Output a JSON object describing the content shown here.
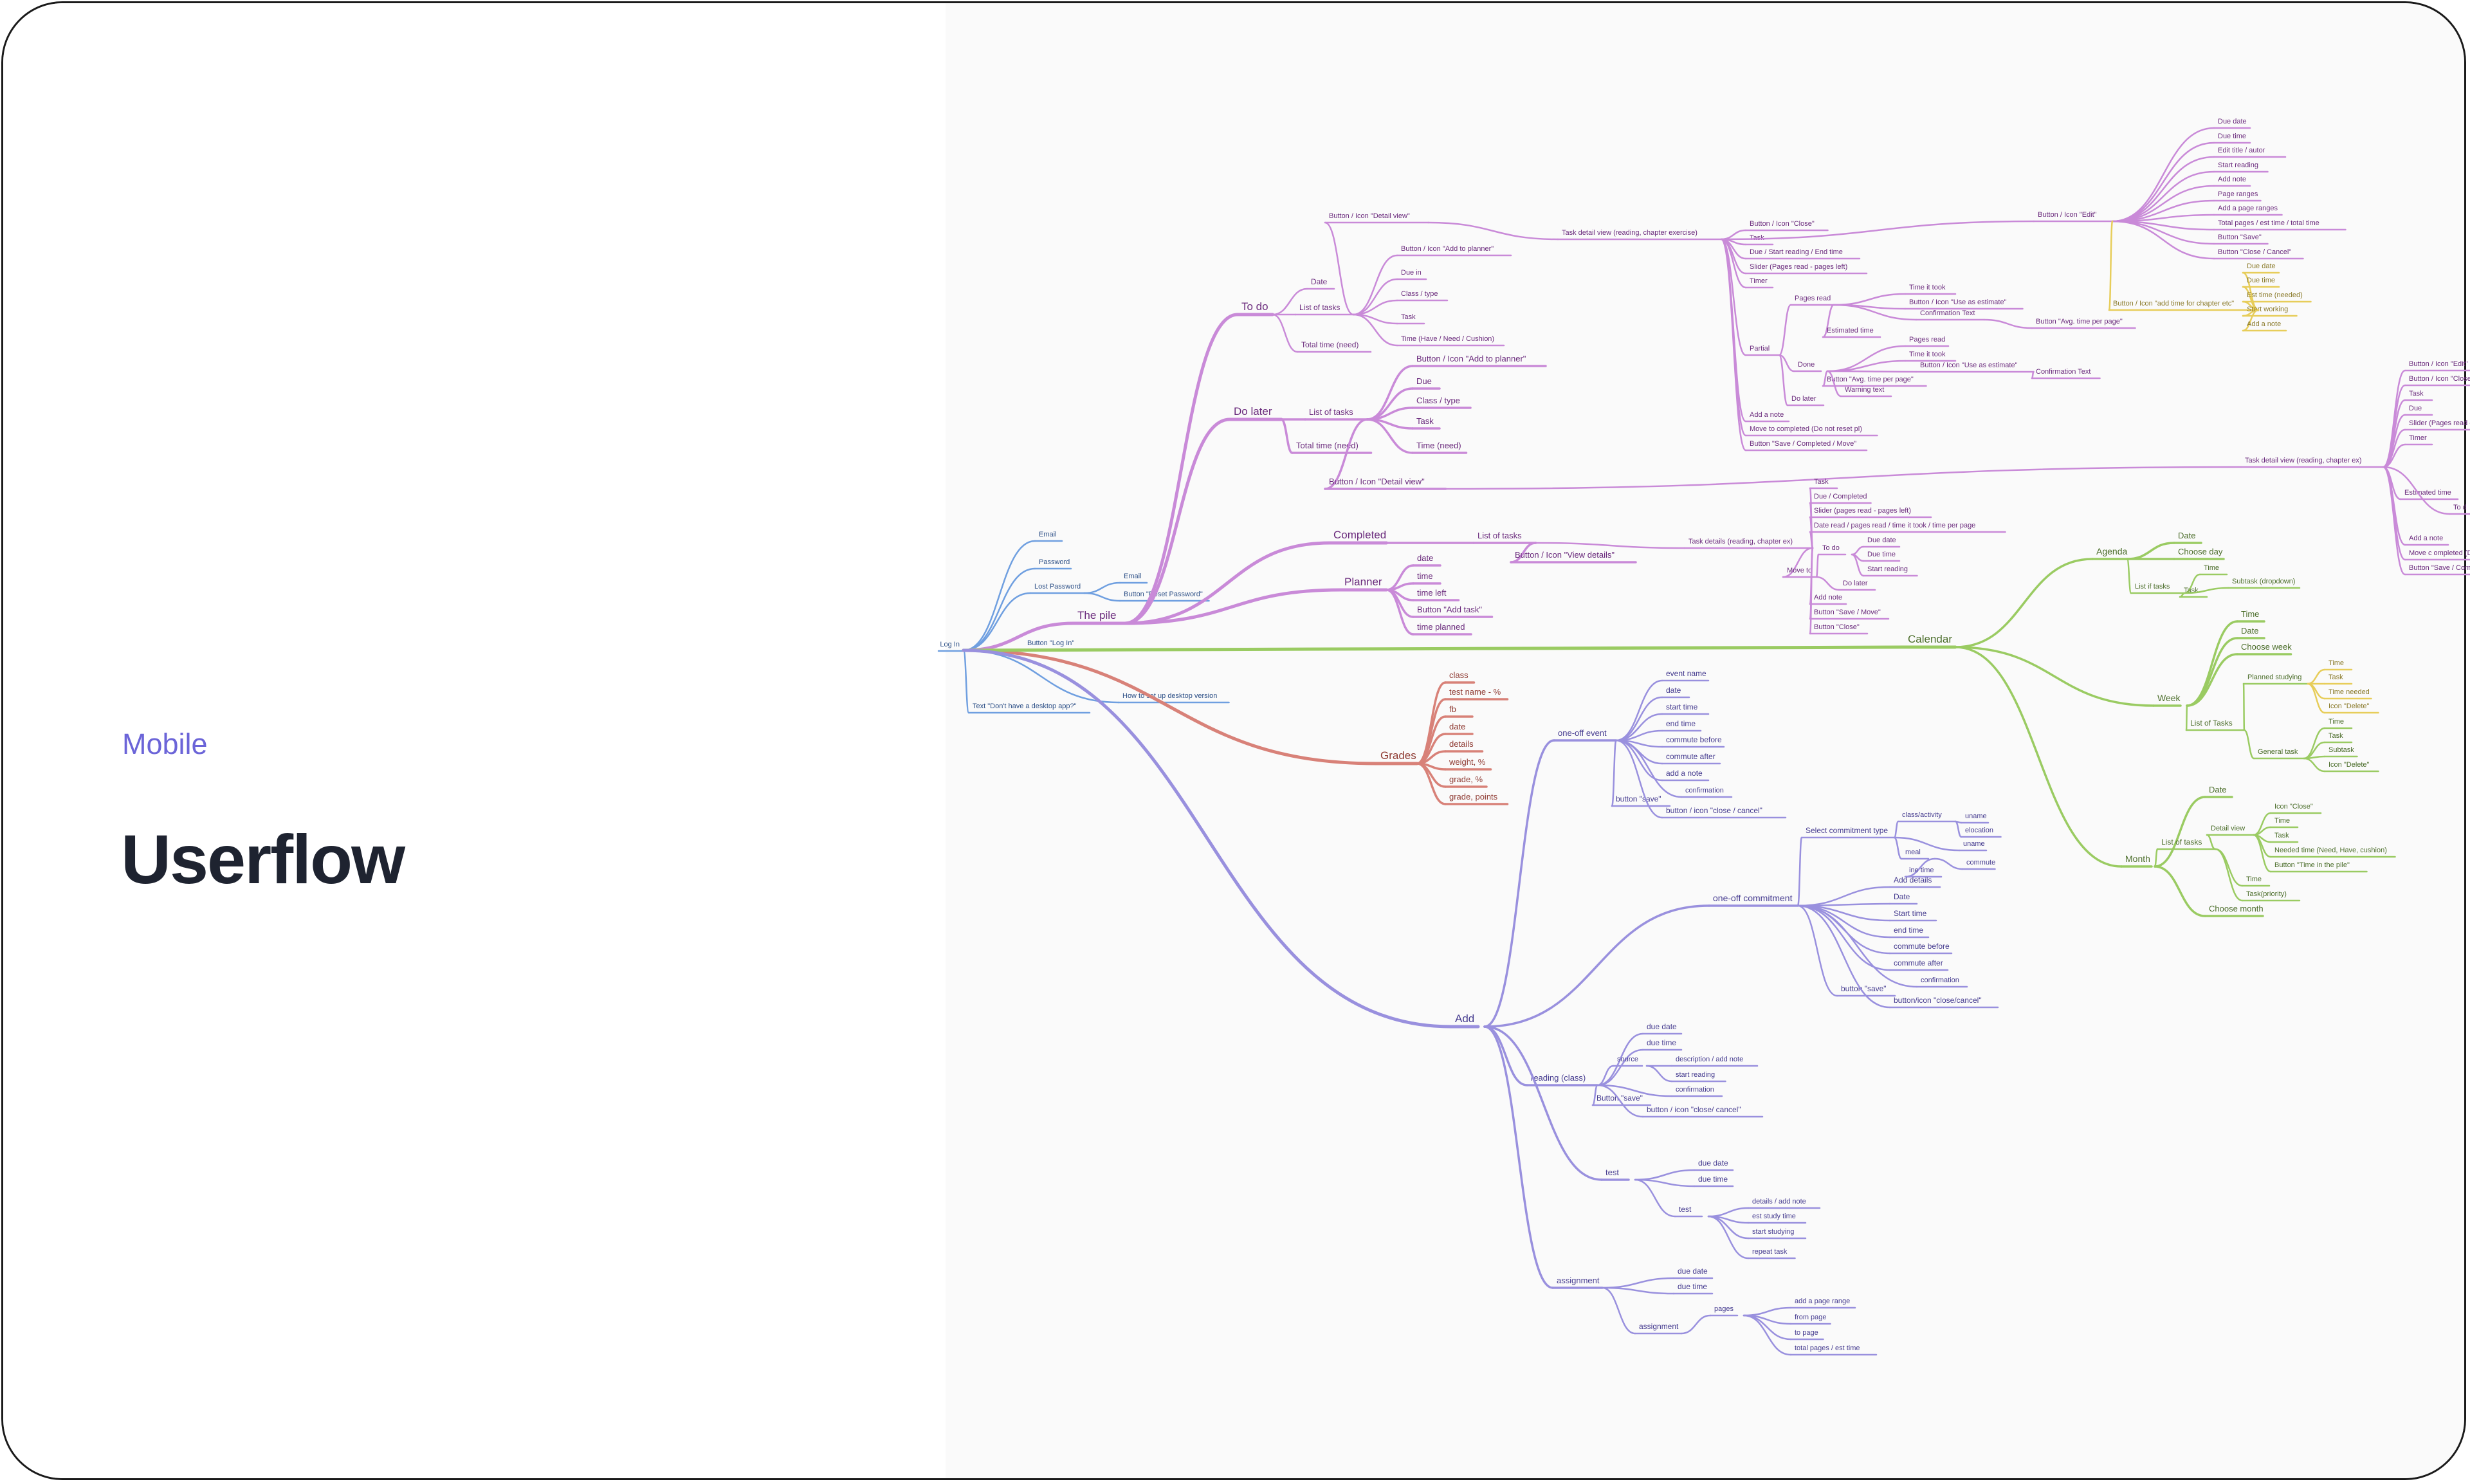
{
  "header": {
    "subtitle": "Mobile",
    "title": "Userflow"
  },
  "colors": {
    "login": "#6f9fe0",
    "pile": "#c98ad8",
    "calendar": "#9acb62",
    "grades": "#d88178",
    "add": "#9990de",
    "yellow": "#e7cd5a"
  },
  "labels": [
    "Log In",
    "Email",
    "Password",
    "Lost Password",
    "Email",
    "Button \"Reset Password\"",
    "Button \"Log In\"",
    "How to set up desktop version",
    "Text \"Don't have a desktop app?\"",
    "The pile",
    "To do",
    "Date",
    "List of tasks",
    "Total time (need)",
    "Button / Icon \"Detail view\"",
    "Button / Icon \"Add to planner\"",
    "Due in",
    "Class / type",
    "Task",
    "Time (Have / Need / Cushion)",
    "Task detail view (reading, chapter exercise)",
    "Button / Icon \"Close\"",
    "Task",
    "Due / Start reading / End time",
    "Slider (Pages read - pages left)",
    "Timer",
    "Partial",
    "Pages read",
    "Time it took",
    "Button / Icon \"Use as estimate\"",
    "Confirmation Text",
    "Button \"Avg. time per page\"",
    "Estimated time",
    "Done",
    "Pages read",
    "Time it took",
    "Button / Icon \"Use as estimate\"",
    "Confirmation Text",
    "Button \"Avg. time per page\"",
    "Warning text",
    "Do later",
    "Add a note",
    "Move to completed (Do not reset pl)",
    "Button \"Save / Completed / Move\"",
    "Button / Icon \"Edit\"",
    "Due date",
    "Due time",
    "Edit title / autor",
    "Start reading",
    "Add note",
    "Page ranges",
    "Add a page ranges",
    "Total pages / est time / total time",
    "Button \"Save\"",
    "Button \"Close / Cancel\"",
    "Button / Icon \"add time for chapter etc\"",
    "Due date",
    "Due time",
    "Est time (needed)",
    "Start working",
    "Add a note",
    "Do later",
    "List of tasks",
    "Total time (need)",
    "Button / Icon \"Add to planner\"",
    "Due",
    "Class / type",
    "Task",
    "Time (need)",
    "Button / Icon \"Detail view\"",
    "Task detail view (reading, chapter ex)",
    "Button / Icon \"Edit\"",
    "Button / Icon \"Close\"",
    "Task",
    "Due",
    "Slider (Pages read - p",
    "Timer",
    "Estimated time",
    "To d",
    "Add a note",
    "Move c ompleted (D",
    "Button \"Save / Compl",
    "Completed",
    "List of tasks",
    "Button / Icon \"View details\"",
    "Task details (reading, chapter ex)",
    "Task",
    "Due / Completed",
    "Slider (pages read - pages left)",
    "Date read / pages read / time it took / time per page",
    "Move to",
    "To do",
    "Due date",
    "Due time",
    "Start reading",
    "Do later",
    "Add note",
    "Button \"Save / Move\"",
    "Button \"Close\"",
    "Planner",
    "date",
    "time",
    "time left",
    "Button \"Add task\"",
    "time planned",
    "Grades",
    "class",
    "test name - %",
    "fb",
    "date",
    "details",
    "weight, %",
    "grade, %",
    "grade, points",
    "Calendar",
    "Agenda",
    "Date",
    "Choose day",
    "List if tasks",
    "Time",
    "Task",
    "Subtask (dropdown)",
    "Week",
    "Time",
    "Date",
    "Choose week",
    "List of Tasks",
    "Planned studying",
    "Time",
    "Task",
    "Time needed",
    "Icon \"Delete\"",
    "General task",
    "Time",
    "Task",
    "Subtask",
    "Icon \"Delete\"",
    "Month",
    "Date",
    "List of tasks",
    "Detail view",
    "Icon \"Close\"",
    "Time",
    "Task",
    "Needed time (Need, Have, cushion)",
    "Button \"Time in the pile\"",
    "Time",
    "Task(priority)",
    "Choose month",
    "Add",
    "one-off event",
    "event name",
    "date",
    "start time",
    "end time",
    "commute before",
    "commute after",
    "add a note",
    "confirmation",
    "button \"save\"",
    "button / icon \"close / cancel\"",
    "one-off commitment",
    "Select commitment type",
    "class/activity",
    "uname",
    "elocation",
    "uname",
    "meal",
    "commute",
    "ine time",
    "Add details",
    "Date",
    "Start time",
    "end time",
    "commute before",
    "commute after",
    "confirmation",
    "button \"save\"",
    "button/icon \"close/cancel\"",
    "reading (class)",
    "due date",
    "due time",
    "source",
    "description / add note",
    "start reading",
    "confirmation",
    "Button \"save\"",
    "button / icon \"close/ cancel\"",
    "test",
    "due date",
    "due time",
    "test",
    "details / add note",
    "est study time",
    "start studying",
    "repeat task",
    "assignment",
    "due date",
    "due time",
    "assignment",
    "pages",
    "add a page range",
    "from page",
    "to page",
    "total pages / est time"
  ]
}
